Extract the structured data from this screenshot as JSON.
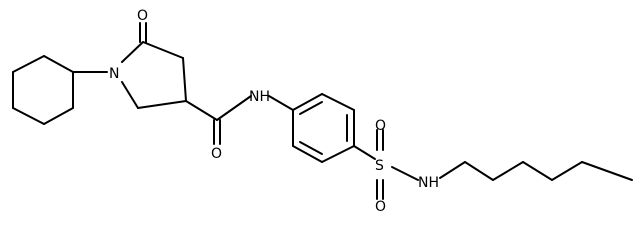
{
  "colors": {
    "bond": "#000000",
    "label": "#000000",
    "background": "#ffffff"
  },
  "atoms": {
    "ketone_oxygen": "O",
    "ring_nitrogen": "N",
    "amide_nh": "NH",
    "amide_oxygen": "O",
    "sulfur": "S",
    "sulfonyl_oxygen_top": "O",
    "sulfonyl_oxygen_bottom": "O",
    "sulfonamide_nh": "NH"
  }
}
